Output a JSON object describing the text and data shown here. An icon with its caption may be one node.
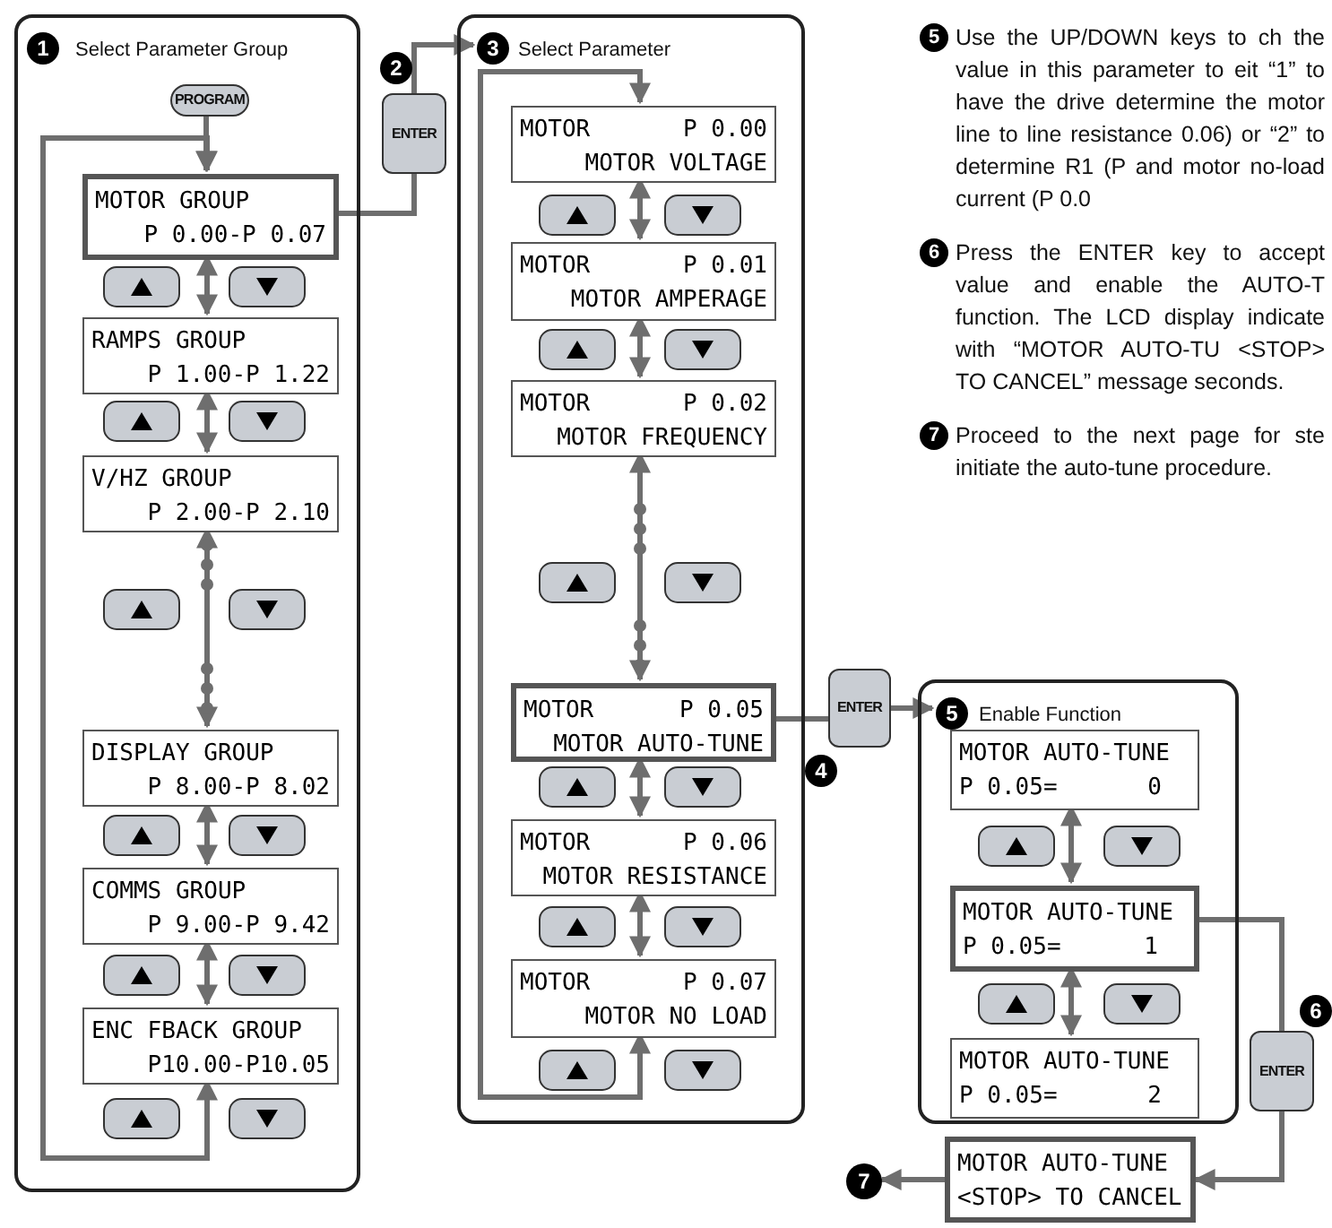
{
  "diagram": {
    "nodes": [
      {
        "text": [
          "Select Parameter Group"
        ]
      },
      {
        "text": [
          "1"
        ],
        "in": 0
      },
      {
        "text": [
          "PROGRAM"
        ],
        "in": 0
      },
      {
        "text": [
          "MOTOR GROUP",
          "P 0.00-P 0.07"
        ],
        "in": 0
      },
      {
        "text": [
          "RAMPS GROUP",
          "P 1.00-P 1.22"
        ],
        "in": 0
      },
      {
        "text": [
          "V/HZ GROUP",
          "P 2.00-P 2.10"
        ],
        "in": 0
      },
      {
        "text": [
          "DISPLAY GROUP",
          "P 8.00-P 8.02"
        ],
        "in": 0
      },
      {
        "text": [
          "COMMS GROUP",
          "P 9.00-P 9.42"
        ],
        "in": 0
      },
      {
        "text": [
          "ENC FBACK GROUP",
          "P10.00-P10.05"
        ],
        "in": 0
      },
      {
        "text": [
          "2"
        ]
      },
      {
        "text": [
          "ENTER"
        ]
      },
      {
        "text": [
          "Select Parameter"
        ]
      },
      {
        "text": [
          "3"
        ],
        "in": 11
      },
      {
        "text": [
          "MOTOR",
          "P 0.00",
          "MOTOR VOLTAGE"
        ],
        "in": 11
      },
      {
        "text": [
          "MOTOR",
          "P 0.01",
          "MOTOR AMPERAGE"
        ],
        "in": 11
      },
      {
        "text": [
          "MOTOR",
          "P 0.02",
          "MOTOR FREQUENCY"
        ],
        "in": 11
      },
      {
        "text": [
          "MOTOR",
          "P 0.05",
          "MOTOR AUTO-TUNE"
        ],
        "in": 11
      },
      {
        "text": [
          "MOTOR",
          "P 0.06",
          "MOTOR RESISTANCE"
        ],
        "in": 11
      },
      {
        "text": [
          "MOTOR",
          "P 0.07",
          "MOTOR NO LOAD"
        ],
        "in": 11
      },
      {
        "text": [
          "ENTER"
        ]
      },
      {
        "text": [
          "4"
        ]
      },
      {
        "text": [
          "Enable Function"
        ]
      },
      {
        "text": [
          "5"
        ],
        "in": 21
      },
      {
        "text": [
          "MOTOR AUTO-TUNE",
          "P 0.05=",
          "0"
        ],
        "in": 21
      },
      {
        "text": [
          "MOTOR AUTO-TUNE",
          "P 0.05=",
          "1"
        ],
        "in": 21
      },
      {
        "text": [
          "MOTOR AUTO-TUNE",
          "P 0.05=",
          "2"
        ],
        "in": 21
      },
      {
        "text": [
          "6"
        ]
      },
      {
        "text": [
          "ENTER"
        ]
      },
      {
        "text": [
          "MOTOR AUTO-TUNE",
          "<STOP> TO CANCEL"
        ]
      },
      {
        "text": [
          "7"
        ]
      },
      {
        "text": [
          "5"
        ]
      },
      {
        "text": [
          "6"
        ]
      },
      {
        "text": [
          "7"
        ]
      }
    ],
    "edges": [
      {
        "from": 2,
        "to": 3,
        "arrow": "to"
      },
      {
        "from": 3,
        "to": 4,
        "arrow": "both"
      },
      {
        "from": 4,
        "to": 5,
        "arrow": "both"
      },
      {
        "from": 5,
        "to": 6,
        "arrow": "both"
      },
      {
        "from": 6,
        "to": 7,
        "arrow": "both"
      },
      {
        "from": 7,
        "to": 8,
        "arrow": "both"
      },
      {
        "from": 8,
        "to": 3,
        "arrow": "both"
      },
      {
        "from": 3,
        "to": 10,
        "arrow": "none"
      },
      {
        "from": 10,
        "to": 12,
        "arrow": "to"
      },
      {
        "from": 13,
        "to": 14,
        "arrow": "both"
      },
      {
        "from": 14,
        "to": 15,
        "arrow": "both"
      },
      {
        "from": 15,
        "to": 16,
        "arrow": "both"
      },
      {
        "from": 16,
        "to": 17,
        "arrow": "both"
      },
      {
        "from": 17,
        "to": 18,
        "arrow": "both"
      },
      {
        "from": 18,
        "to": 13,
        "arrow": "both"
      },
      {
        "from": 16,
        "to": 19,
        "arrow": "none"
      },
      {
        "from": 19,
        "to": 22,
        "arrow": "to"
      },
      {
        "from": 23,
        "to": 24,
        "arrow": "both"
      },
      {
        "from": 24,
        "to": 25,
        "arrow": "both"
      },
      {
        "from": 24,
        "to": 27,
        "arrow": "none"
      },
      {
        "from": 27,
        "to": 28,
        "arrow": "to"
      },
      {
        "from": 28,
        "to": 29,
        "arrow": "to"
      }
    ],
    "labels": [
      "Use the UP/DOWN keys to ch the value in this parameter to eit “1” to have the drive determine the motor line to line resistance 0.06) or “2” to determine R1 (P and motor no-load current (P 0.0",
      "Press the ENTER key to accept value and enable the AUTO-T function. The LCD display indicate with “MOTOR AUTO-TU <STOP> TO CANCEL” message seconds.",
      "Proceed to the next page for ste initiate the auto-tune procedure."
    ]
  }
}
